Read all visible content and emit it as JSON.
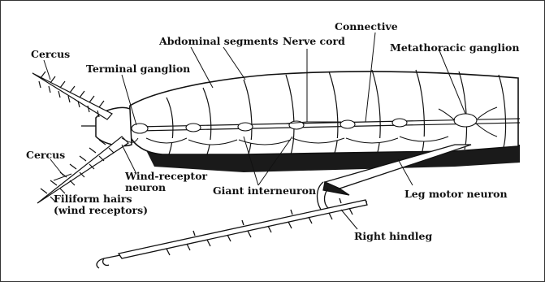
{
  "labels": {
    "cercus_upper": "Cercus",
    "terminal_ganglion": "Terminal ganglion",
    "abdominal_segments": "Abdominal segments",
    "nerve_cord": "Nerve cord",
    "connective": "Connective",
    "metathoracic_ganglion": "Metathoracic ganglion",
    "cercus_lower": "Cercus",
    "filiform_hairs_line1": "Filiform hairs",
    "filiform_hairs_line2": "(wind receptors)",
    "wind_receptor_line1": "Wind-receptor",
    "wind_receptor_line2": "neuron",
    "giant_interneuron": "Giant interneuron",
    "leg_motor_neuron": "Leg motor neuron",
    "right_hindleg": "Right hindleg"
  },
  "colors": {
    "ink": "#111111",
    "fill": "#ffffff",
    "shadow": "#1a1a1a"
  }
}
